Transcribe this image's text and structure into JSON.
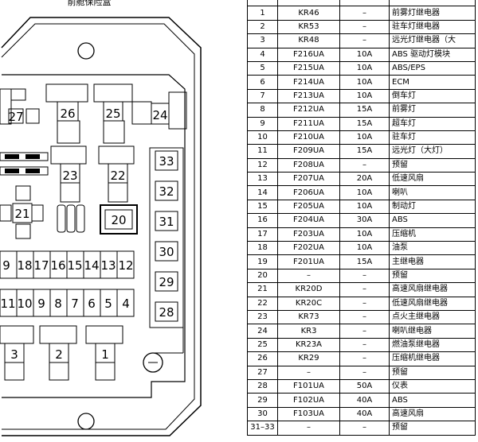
{
  "diagram": {
    "title": "前舱保险盒",
    "relay_labels": [
      "27",
      "26",
      "25",
      "24",
      "23",
      "22",
      "21",
      "20"
    ],
    "fuse_column_labels": [
      "33",
      "32",
      "31",
      "30",
      "29",
      "28"
    ],
    "fuse_row1_labels": [
      "9",
      "18",
      "17",
      "16",
      "15",
      "14",
      "13",
      "12"
    ],
    "fuse_row2_labels": [
      "11",
      "10",
      "9",
      "8",
      "7",
      "6",
      "5",
      "4"
    ],
    "bottom_labels": [
      "3",
      "2",
      "1"
    ]
  },
  "table": {
    "rows": [
      {
        "no": "1",
        "fuse": "KR46",
        "amp": "–",
        "fn": "前雾灯继电器"
      },
      {
        "no": "2",
        "fuse": "KR53",
        "amp": "–",
        "fn": "驻车灯继电器"
      },
      {
        "no": "3",
        "fuse": "KR48",
        "amp": "–",
        "fn": "远光灯继电器（大"
      },
      {
        "no": "4",
        "fuse": "F216UA",
        "amp": "10A",
        "fn": "ABS 驱动灯模块"
      },
      {
        "no": "5",
        "fuse": "F215UA",
        "amp": "10A",
        "fn": "ABS/EPS"
      },
      {
        "no": "6",
        "fuse": "F214UA",
        "amp": "10A",
        "fn": "ECM"
      },
      {
        "no": "7",
        "fuse": "F213UA",
        "amp": "10A",
        "fn": "倒车灯"
      },
      {
        "no": "8",
        "fuse": "F212UA",
        "amp": "15A",
        "fn": "前雾灯"
      },
      {
        "no": "9",
        "fuse": "F211UA",
        "amp": "15A",
        "fn": "超车灯"
      },
      {
        "no": "10",
        "fuse": "F210UA",
        "amp": "10A",
        "fn": "驻车灯"
      },
      {
        "no": "11",
        "fuse": "F209UA",
        "amp": "15A",
        "fn": "远光灯（大灯）"
      },
      {
        "no": "12",
        "fuse": "F208UA",
        "amp": "–",
        "fn": "预留"
      },
      {
        "no": "13",
        "fuse": "F207UA",
        "amp": "20A",
        "fn": "低速风扇"
      },
      {
        "no": "14",
        "fuse": "F206UA",
        "amp": "10A",
        "fn": "喇叭"
      },
      {
        "no": "15",
        "fuse": "F205UA",
        "amp": "10A",
        "fn": "制动灯"
      },
      {
        "no": "16",
        "fuse": "F204UA",
        "amp": "30A",
        "fn": "ABS"
      },
      {
        "no": "17",
        "fuse": "F203UA",
        "amp": "10A",
        "fn": "压缩机"
      },
      {
        "no": "18",
        "fuse": "F202UA",
        "amp": "10A",
        "fn": "油泵"
      },
      {
        "no": "19",
        "fuse": "F201UA",
        "amp": "15A",
        "fn": "主继电器"
      },
      {
        "no": "20",
        "fuse": "–",
        "amp": "–",
        "fn": "预留"
      },
      {
        "no": "21",
        "fuse": "KR20D",
        "amp": "–",
        "fn": "高速风扇继电器"
      },
      {
        "no": "22",
        "fuse": "KR20C",
        "amp": "–",
        "fn": "低速风扇继电器"
      },
      {
        "no": "23",
        "fuse": "KR73",
        "amp": "–",
        "fn": "点火主继电器"
      },
      {
        "no": "24",
        "fuse": "KR3",
        "amp": "–",
        "fn": "喇叭继电器"
      },
      {
        "no": "25",
        "fuse": "KR23A",
        "amp": "–",
        "fn": "燃油泵继电器"
      },
      {
        "no": "26",
        "fuse": "KR29",
        "amp": "–",
        "fn": "压缩机继电器"
      },
      {
        "no": "27",
        "fuse": "–",
        "amp": "–",
        "fn": "预留"
      },
      {
        "no": "28",
        "fuse": "F101UA",
        "amp": "50A",
        "fn": "仪表"
      },
      {
        "no": "29",
        "fuse": "F102UA",
        "amp": "40A",
        "fn": "ABS"
      },
      {
        "no": "30",
        "fuse": "F103UA",
        "amp": "40A",
        "fn": "高速风扇"
      },
      {
        "no": "31–33",
        "fuse": "–",
        "amp": "–",
        "fn": "预留"
      }
    ]
  }
}
